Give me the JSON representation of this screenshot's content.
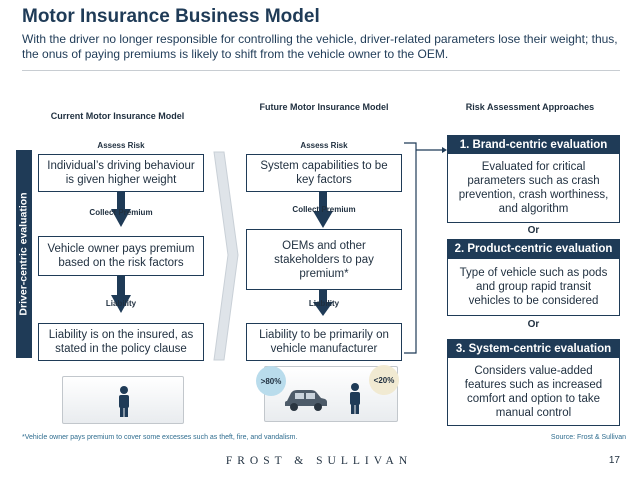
{
  "header": {
    "title": "Motor Insurance Business Model",
    "subtitle": "With the driver no longer responsible for controlling the vehicle, driver-related parameters lose their weight; thus, the onus of paying premiums is likely to shift from the vehicle owner to the OEM."
  },
  "sidebar": {
    "label": "Driver-centric evaluation"
  },
  "current_model": {
    "heading": "Current Motor Insurance Model",
    "steps": [
      {
        "label": "Assess Risk",
        "text": "Individual’s driving behaviour is given higher weight"
      },
      {
        "label": "Collect  Premium",
        "text": "Vehicle owner pays premium based on the risk factors"
      },
      {
        "label": "Liability",
        "text": "Liability is on the insured, as stated in the policy clause"
      }
    ]
  },
  "future_model": {
    "heading": "Future Motor Insurance Model",
    "steps": [
      {
        "label": "Assess Risk",
        "text": "System capabilities to be key factors"
      },
      {
        "label": "Collect  Premium",
        "text": "OEMs and other stakeholders to pay premium*"
      },
      {
        "label": "Liability",
        "text": "Liability to be primarily on vehicle manufacturer"
      }
    ],
    "share_vehicle": ">80%",
    "share_driver": "<20%"
  },
  "risk_approaches": {
    "heading": "Risk Assessment Approaches",
    "or_label": "Or",
    "items": [
      {
        "title": "1. Brand-centric evaluation",
        "text": "Evaluated for critical parameters such as crash prevention, crash worthiness, and algorithm"
      },
      {
        "title": "2. Product-centric evaluation",
        "text": "Type of vehicle such as pods and group rapid transit vehicles to be considered"
      },
      {
        "title": "3. System-centric evaluation",
        "text": "Considers value-added features such as increased comfort and option to take manual control"
      }
    ]
  },
  "footer": {
    "footnote": "*Vehicle owner pays premium to cover some excesses such as theft, fire, and vandalism.",
    "source": "Source: Frost & Sullivan",
    "logo": "FROST & SULLIVAN",
    "page": "17"
  },
  "colors": {
    "navy": "#1f3b57",
    "arrow": "#1f3b57",
    "chevron": "#dfe4e9",
    "bracket": "#1f3b57",
    "circle_vehicle": "#b9dcec",
    "circle_driver": "#f1ead2"
  }
}
